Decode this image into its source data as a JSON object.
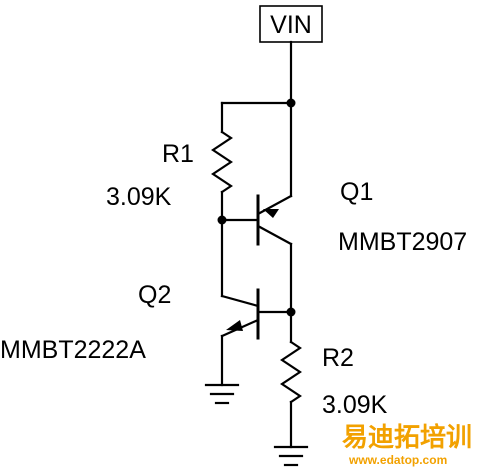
{
  "vin": {
    "label": "VIN"
  },
  "r1": {
    "name": "R1",
    "value": "3.09K"
  },
  "r2": {
    "name": "R2",
    "value": "3.09K"
  },
  "q1": {
    "name": "Q1",
    "part": "MMBT2907"
  },
  "q2": {
    "name": "Q2",
    "part": "MMBT2222A"
  },
  "watermark": {
    "text": "易迪拓培训",
    "url": "www.edatop.com",
    "color": "#f2a100"
  }
}
